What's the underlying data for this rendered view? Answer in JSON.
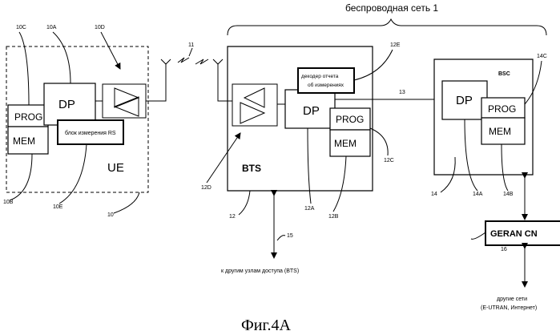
{
  "labels": {
    "wireless_network": "беспроводная сеть 1",
    "ref_10c": "10C",
    "ref_10a": "10A",
    "ref_10d": "10D",
    "ref_10b": "10B",
    "ref_10e": "10E",
    "ref_10": "10",
    "ref_11": "11",
    "ref_12e": "12E",
    "ref_12d": "12D",
    "ref_12": "12",
    "ref_12a": "12A",
    "ref_12b": "12B",
    "ref_12c": "12C",
    "ref_13": "13",
    "ref_14c": "14C",
    "ref_14": "14",
    "ref_14a": "14A",
    "ref_14b": "14B",
    "ref_15": "15",
    "ref_16": "16"
  },
  "ue": {
    "name": "UE",
    "prog": "PROG",
    "mem": "MEM",
    "dp": "DP",
    "rs_block": "блок измерения RS"
  },
  "bts": {
    "name": "BTS",
    "prog": "PROG",
    "mem": "MEM",
    "dp": "DP",
    "decoder_line1": "декодер отчета",
    "decoder_line2": "об измерениях",
    "other_nodes": "к другим узлам доступа (BTS)"
  },
  "bsc": {
    "name": "BSC",
    "prog": "PROG",
    "mem": "MEM",
    "dp": "DP"
  },
  "geran": {
    "name": "GERAN CN",
    "other_line1": "другие сети",
    "other_line2": "(E-UTRAN, Интернет)"
  },
  "caption": "Фиг.4А"
}
